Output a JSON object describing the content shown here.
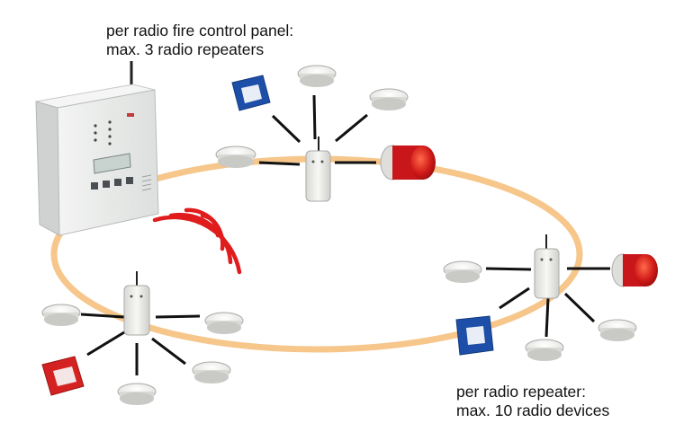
{
  "captions": {
    "top": {
      "line1": "per radio fire control panel:",
      "line2": "max. 3 radio repeaters"
    },
    "bottom": {
      "line1": "per radio repeater:",
      "line2": "max. 10 radio devices"
    }
  },
  "colors": {
    "ring": "#f6c68b",
    "link": "#111111",
    "radio_wave": "#e01c1c",
    "call_point_blue": "#1d4fa8",
    "call_point_red": "#d42222",
    "sounder_red": "#c8161a",
    "device_body": "#f1f1ee",
    "panel_body": "#e9ebe9"
  },
  "icons": [
    "fire-control-panel-icon",
    "radio-repeater-icon",
    "smoke-detector-icon",
    "manual-call-point-icon",
    "sounder-icon",
    "radio-waves-icon"
  ]
}
